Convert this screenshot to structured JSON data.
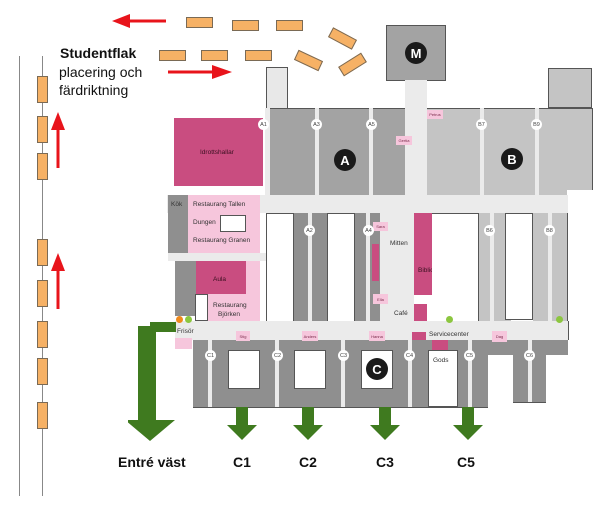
{
  "legend": {
    "title": "Studentflak",
    "subtitle_line1": "placering och",
    "subtitle_line2": "färdriktning"
  },
  "buildings": {
    "A": "A",
    "B": "B",
    "C": "C",
    "M": "M"
  },
  "gates": {
    "A1": "A1",
    "A2": "A2",
    "A3": "A3",
    "A4": "A4",
    "A5": "A5",
    "B6": "B6",
    "B7": "B7",
    "B8": "B8",
    "B9": "B9",
    "C1": "C1",
    "C2": "C2",
    "C3": "C3",
    "C4": "C4",
    "C5": "C5",
    "C6": "C6"
  },
  "rooms": {
    "idrottshallar": "Idrottshallar",
    "kok": "Kök",
    "restaurang_tallen": "Restaurang Tallen",
    "dungen": "Dungen",
    "restaurang_granen": "Restaurang Granen",
    "aula": "Aula",
    "restaurang_bjorken_1": "Restaurang",
    "restaurang_bjorken_2": "Björken",
    "frisor": "Frisör",
    "mitten": "Mitten",
    "bibliotek": "Bibliotek",
    "cafe": "Café",
    "servicecenter": "Servicecenter",
    "gods": "Gods"
  },
  "tags": {
    "petrus": "Petrus",
    "gertia": "Gertia",
    "sara": "Sara",
    "ella": "Ella",
    "stig": "Stig",
    "anders": "Anders",
    "hanna": "Hanna",
    "dag": "Dag"
  },
  "exits": {
    "entre_vast": "Entré väst",
    "c1": "C1",
    "c2": "C2",
    "c3": "C3",
    "c5": "C5"
  },
  "colors": {
    "flak": "#f6b165",
    "arrow_red": "#e8141b",
    "arrow_green": "#3f7a1f",
    "room_pink": "#c94d80",
    "tag_pink": "#f6c6dc",
    "info_green": "#8cc63f",
    "info_orange": "#f08a1c"
  }
}
